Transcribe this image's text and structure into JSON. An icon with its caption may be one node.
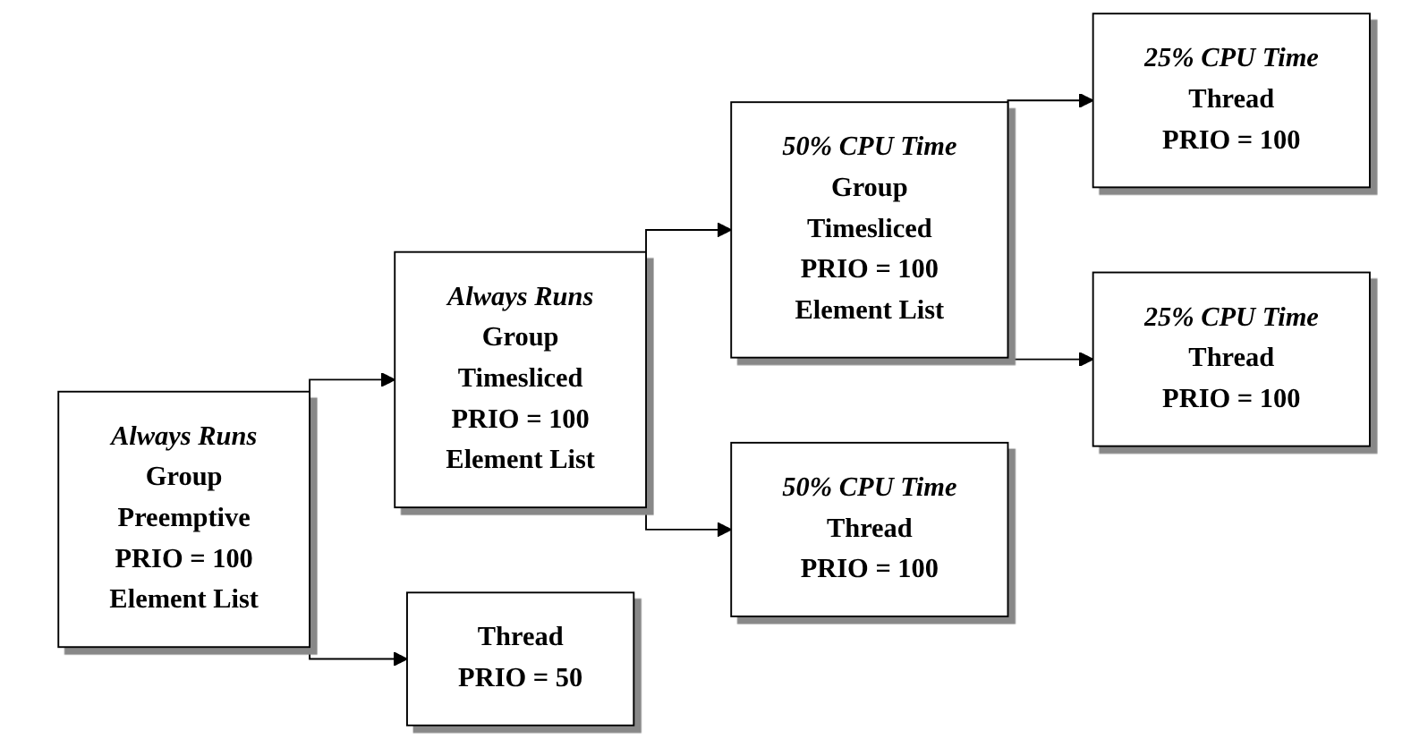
{
  "diagram": {
    "nodes": [
      {
        "text": [
          "Always Runs",
          "Group",
          "Preemptive",
          "PRIO = 100",
          "Element List"
        ]
      },
      {
        "text": [
          "Always Runs",
          "Group",
          "Timesliced",
          "PRIO = 100",
          "Element List"
        ]
      },
      {
        "text": [
          "Thread",
          "PRIO = 50"
        ]
      },
      {
        "text": [
          "50% CPU Time",
          "Group",
          "Timesliced",
          "PRIO = 100",
          "Element List"
        ]
      },
      {
        "text": [
          "50% CPU Time",
          "Thread",
          "PRIO = 100"
        ]
      },
      {
        "text": [
          "25% CPU Time",
          "Thread",
          "PRIO = 100"
        ]
      },
      {
        "text": [
          "25% CPU Time",
          "Thread",
          "PRIO = 100"
        ]
      }
    ],
    "edges": [
      {
        "from": 0,
        "to": 1,
        "arrow": "to"
      },
      {
        "from": 0,
        "to": 2,
        "arrow": "to"
      },
      {
        "from": 1,
        "to": 3,
        "arrow": "to"
      },
      {
        "from": 1,
        "to": 4,
        "arrow": "to"
      },
      {
        "from": 3,
        "to": 5,
        "arrow": "to"
      },
      {
        "from": 3,
        "to": 6,
        "arrow": "to"
      }
    ]
  }
}
